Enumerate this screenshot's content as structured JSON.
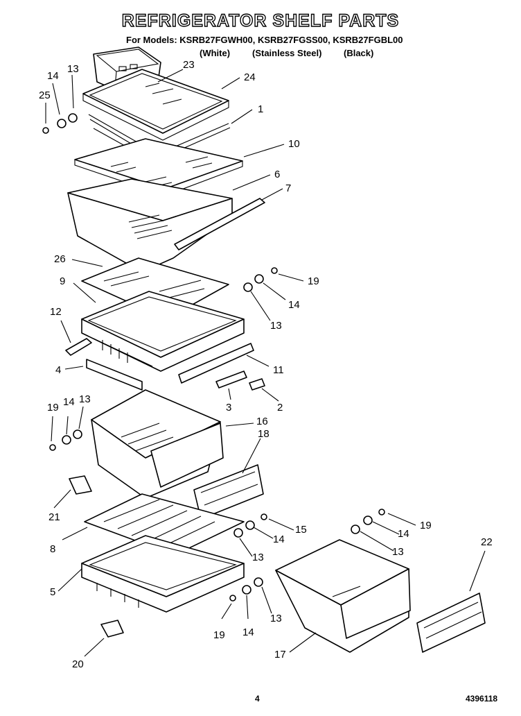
{
  "header": {
    "title": "REFRIGERATOR SHELF PARTS",
    "models_line": "For Models: KSRB27FGWH00, KSRB27FGSS00, KSRB27FGBL00",
    "variants": [
      "(White)",
      "(Stainless Steel)",
      "(Black)"
    ]
  },
  "callouts": [
    "14",
    "13",
    "23",
    "24",
    "25",
    "1",
    "10",
    "6",
    "7",
    "26",
    "9",
    "19",
    "14",
    "13",
    "12",
    "11",
    "4",
    "3",
    "2",
    "19",
    "14",
    "13",
    "16",
    "18",
    "21",
    "15",
    "19",
    "14",
    "8",
    "13",
    "14",
    "13",
    "5",
    "22",
    "19",
    "14",
    "13",
    "17",
    "20"
  ],
  "footer": {
    "page": "4",
    "doc_number": "4396118"
  }
}
